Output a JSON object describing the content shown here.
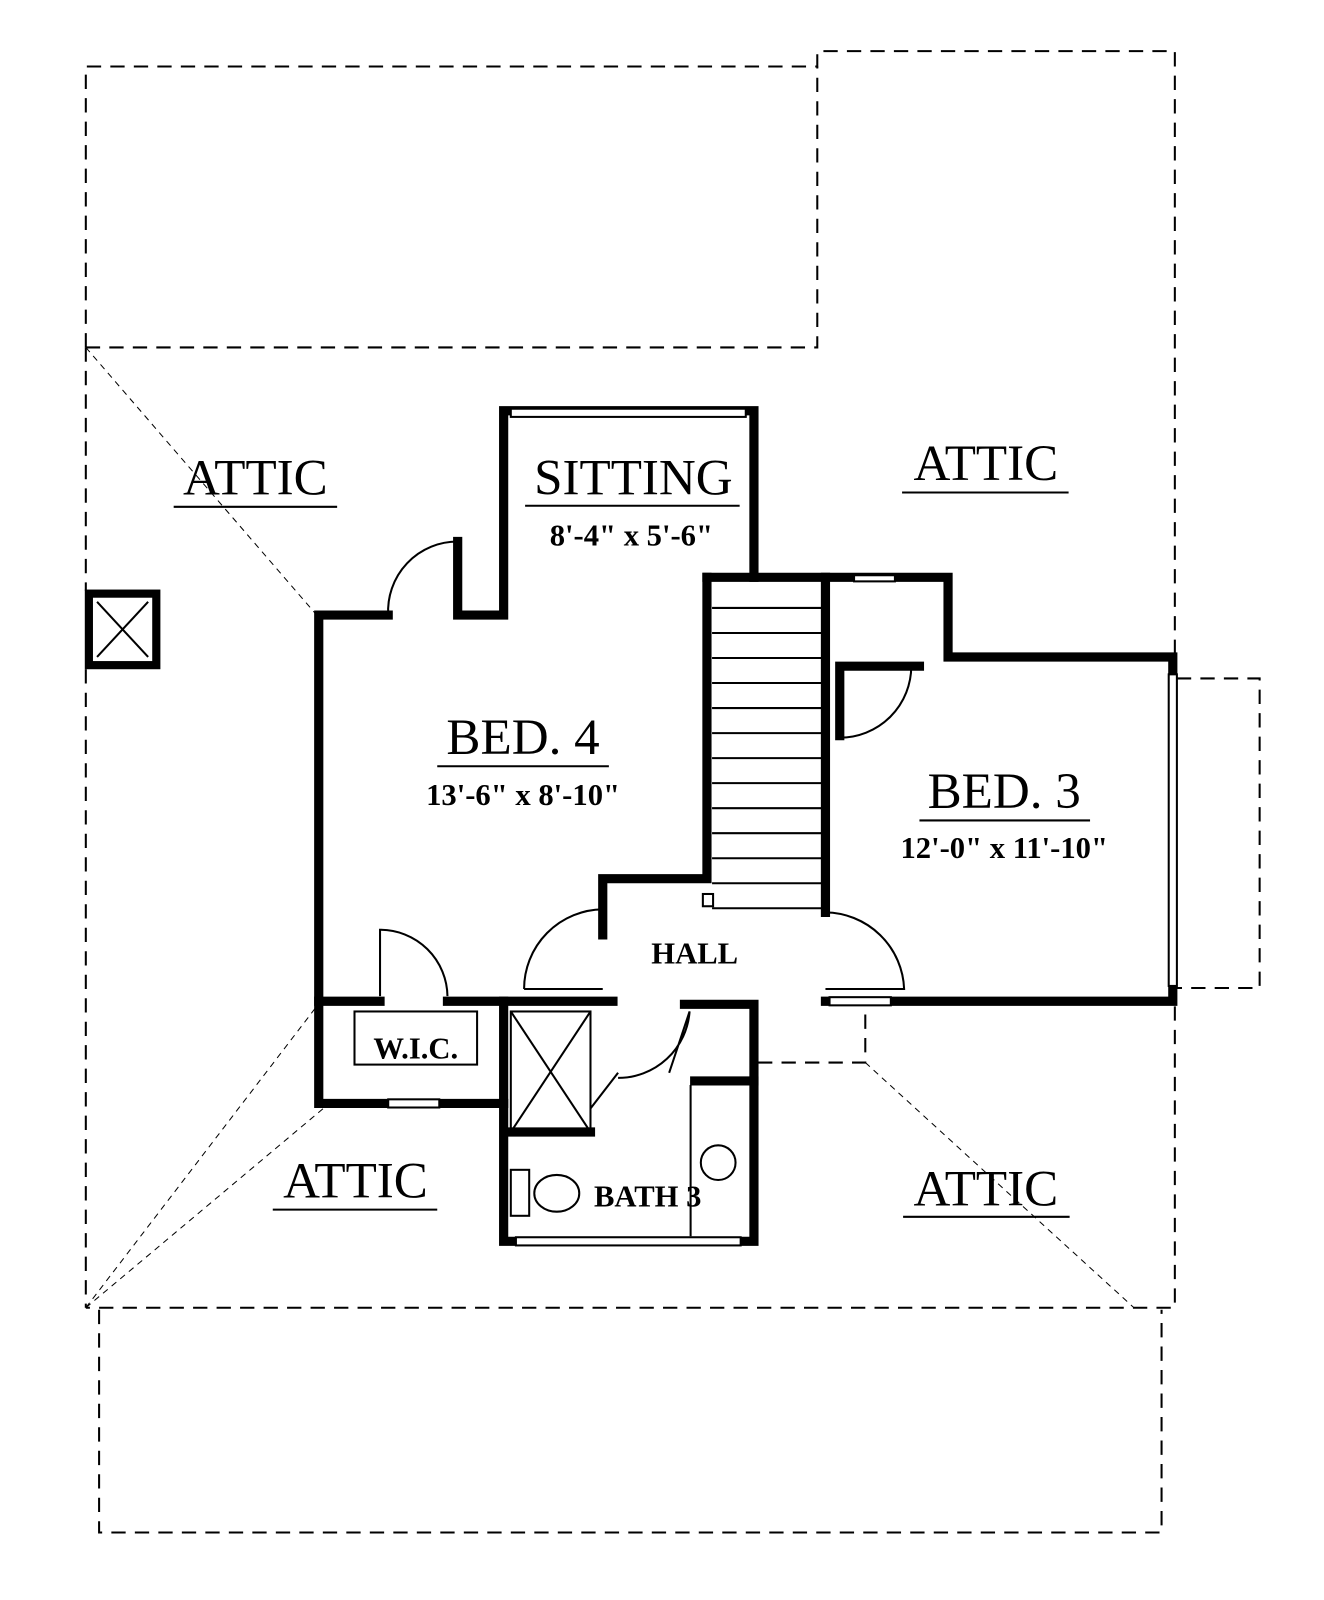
{
  "rooms": {
    "attic_nw": {
      "name": "ATTIC"
    },
    "attic_ne": {
      "name": "ATTIC"
    },
    "attic_sw": {
      "name": "ATTIC"
    },
    "attic_se": {
      "name": "ATTIC"
    },
    "sitting": {
      "name": "SITTING",
      "size": "8'-4\" x 5'-6\""
    },
    "bed4": {
      "name": "BED. 4",
      "size": "13'-6\" x 8'-10\""
    },
    "bed3": {
      "name": "BED. 3",
      "size": "12'-0\" x 11'-10\""
    },
    "hall": {
      "name": "HALL"
    },
    "wic": {
      "name": "W.I.C."
    },
    "bath3": {
      "name": "BATH 3"
    }
  }
}
